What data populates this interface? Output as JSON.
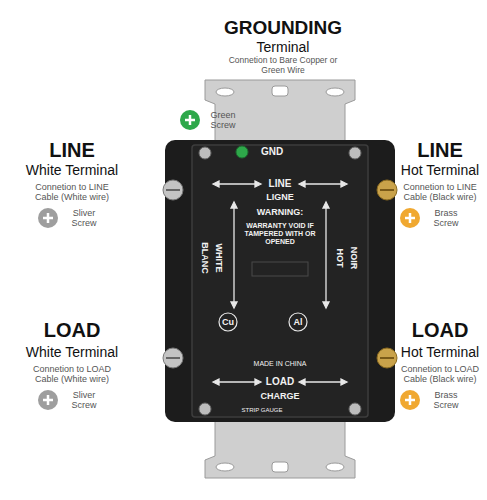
{
  "diagram": {
    "nodes": [
      {
        "text": [
          "GND",
          "LINE",
          "LIGNE",
          "WARNING:",
          "WARRANTY VOID IF TAMPERED WITH OR OPENED",
          "BLANC",
          "WHITE",
          "HOT",
          "NOIR",
          "Cu",
          "Al",
          "MADE IN CHINA",
          "LOAD",
          "CHARGE",
          "STRIP GAUGE"
        ]
      }
    ],
    "labels": [
      "GROUNDING",
      "Terminal",
      "Connetion to Bare Copper or Green Wire",
      "Green Screw",
      "LINE",
      "White Terminal",
      "Connetion to LINE Cable (White wire)",
      "Sliver Screw",
      "LINE",
      "Hot Terminal",
      "Connetion to LINE Cable (Black wire)",
      "Brass Screw",
      "LOAD",
      "White Terminal",
      "Connetion to LOAD Cable (White wire)",
      "Sliver Screw",
      "LOAD",
      "Hot Terminal",
      "Connetion to LOAD Cable (Black wire)",
      "Brass Screw"
    ]
  }
}
